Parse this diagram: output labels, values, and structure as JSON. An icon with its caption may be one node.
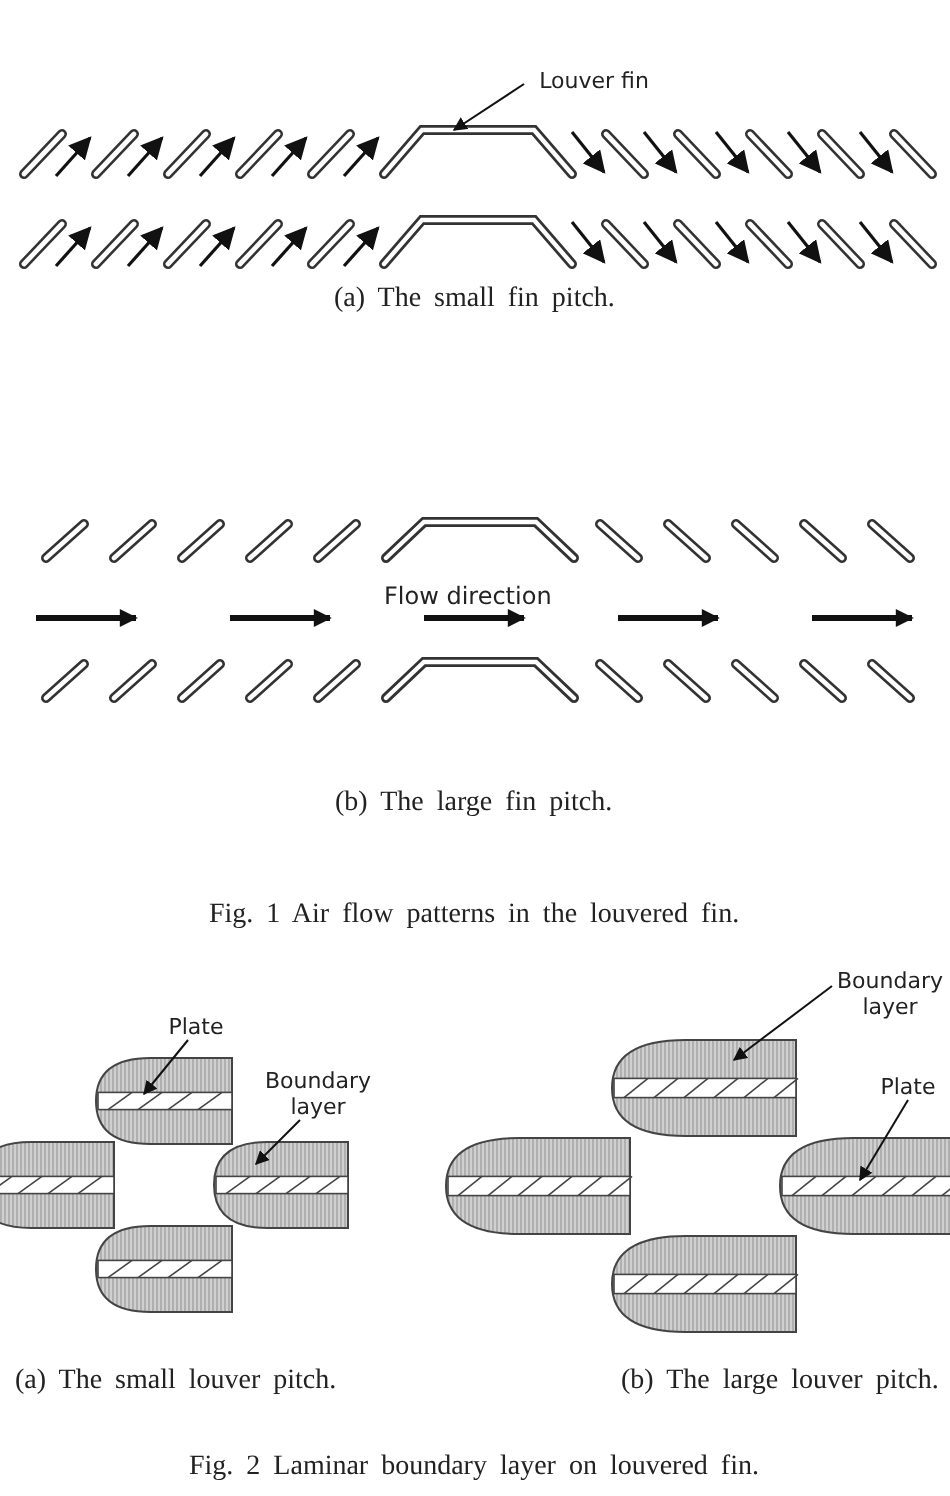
{
  "diagram": {
    "nodes": [
      {
        "text": [
          "Louver fin"
        ]
      },
      {
        "text": [],
        "shape": "bar"
      },
      {
        "text": [
          "Plate"
        ]
      },
      {
        "text": [],
        "shape": "bar"
      },
      {
        "text": [
          "Boundary layer"
        ]
      },
      {
        "text": [],
        "shape": "box"
      },
      {
        "text": [
          "Boundary layer"
        ]
      },
      {
        "text": [],
        "shape": "box"
      },
      {
        "text": [
          "Plate"
        ]
      },
      {
        "text": [],
        "shape": "bar"
      }
    ],
    "edges": [
      {
        "from": 0,
        "to": 1,
        "arrow": "to"
      },
      {
        "from": 2,
        "to": 3,
        "arrow": "to"
      },
      {
        "from": 4,
        "to": 5,
        "arrow": "to"
      },
      {
        "from": 6,
        "to": 7,
        "arrow": "to"
      },
      {
        "from": 8,
        "to": 9,
        "arrow": "to"
      }
    ],
    "labels": [
      "(a) The small fin pitch.",
      "Flow direction",
      "(b) The large fin pitch.",
      "Fig. 1 Air flow patterns in the louvered fin.",
      "(a) The small louver pitch.",
      "(b) The large louver pitch.",
      "Fig. 2 Laminar boundary layer on louvered fin."
    ]
  }
}
